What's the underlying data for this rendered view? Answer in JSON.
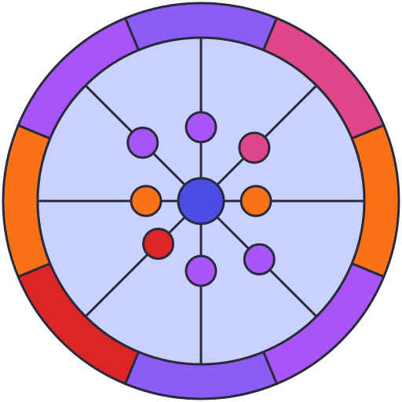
{
  "colors": {
    "outline": "#2a2a3c",
    "face": "#c8d2fc",
    "hub": "#4c4ce6"
  },
  "ring_segments": [
    {
      "name": "segment-top",
      "color": "#8b5cf6"
    },
    {
      "name": "segment-top-right",
      "color": "#e0478a"
    },
    {
      "name": "segment-right",
      "color": "#f97316"
    },
    {
      "name": "segment-bottom-right",
      "color": "#a855f7"
    },
    {
      "name": "segment-bottom",
      "color": "#8b5cf6"
    },
    {
      "name": "segment-bottom-left",
      "color": "#dc2626"
    },
    {
      "name": "segment-left",
      "color": "#f97316"
    },
    {
      "name": "segment-top-left",
      "color": "#a855f7"
    }
  ],
  "nodes": [
    {
      "name": "node-top",
      "color": "#a855f7"
    },
    {
      "name": "node-top-right",
      "color": "#e0478a"
    },
    {
      "name": "node-right",
      "color": "#f97316"
    },
    {
      "name": "node-bottom-right",
      "color": "#a855f7"
    },
    {
      "name": "node-bottom",
      "color": "#a855f7"
    },
    {
      "name": "node-bottom-left",
      "color": "#dc2626"
    },
    {
      "name": "node-left",
      "color": "#f97316"
    },
    {
      "name": "node-top-left",
      "color": "#a855f7"
    }
  ]
}
